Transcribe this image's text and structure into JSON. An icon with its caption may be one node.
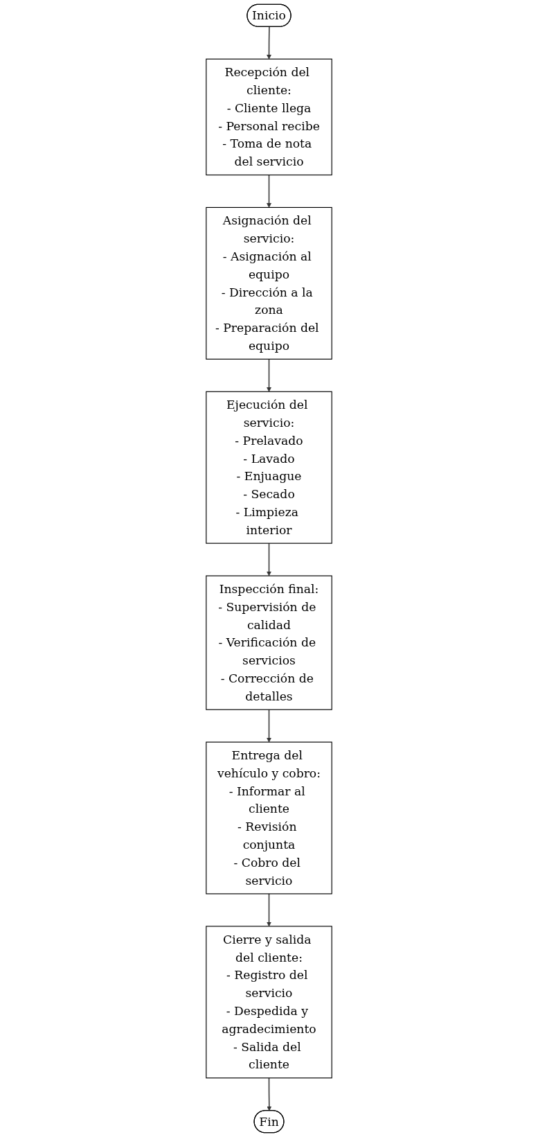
{
  "diagram": {
    "nodes": [
      {
        "text": [
          "Inicio"
        ]
      },
      {
        "text": [
          "Recepción del cliente:",
          "- Cliente llega",
          "- Personal recibe",
          "- Toma de nota del servicio"
        ]
      },
      {
        "text": [
          "Asignación del servicio:",
          "- Asignación al equipo",
          "- Dirección a la zona",
          "- Preparación del equipo"
        ]
      },
      {
        "text": [
          "Ejecución del servicio:",
          "- Prelavado",
          "- Lavado",
          "- Enjuague",
          "- Secado",
          "- Limpieza interior"
        ]
      },
      {
        "text": [
          "Inspección final:",
          "- Supervisión de calidad",
          "- Verificación de servicios",
          "- Corrección de detalles"
        ]
      },
      {
        "text": [
          "Entrega del vehículo y cobro:",
          "- Informar al cliente",
          "- Revisión conjunta",
          "- Cobro del servicio"
        ]
      },
      {
        "text": [
          "Cierre y salida del cliente:",
          "- Registro del servicio",
          "- Despedida y agradecimiento",
          "- Salida del cliente"
        ]
      },
      {
        "text": [
          "Fin"
        ]
      }
    ],
    "edges": [
      {
        "from": 0,
        "to": 1,
        "arrow": "to"
      },
      {
        "from": 1,
        "to": 2,
        "arrow": "to"
      },
      {
        "from": 2,
        "to": 3,
        "arrow": "to"
      },
      {
        "from": 3,
        "to": 4,
        "arrow": "to"
      },
      {
        "from": 4,
        "to": 5,
        "arrow": "to"
      },
      {
        "from": 5,
        "to": 6,
        "arrow": "to"
      },
      {
        "from": 6,
        "to": 7,
        "arrow": "to"
      }
    ]
  }
}
